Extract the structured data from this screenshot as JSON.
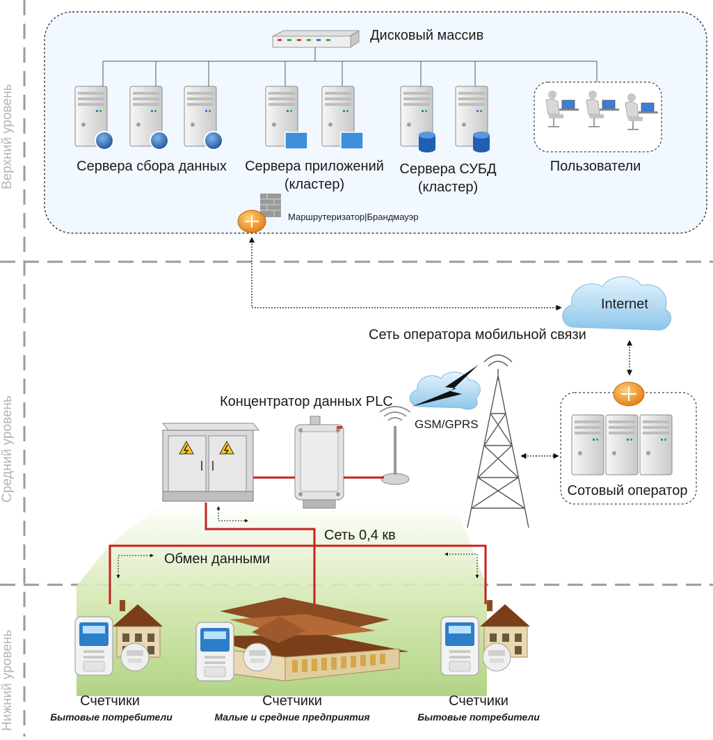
{
  "levels": {
    "top": "Верхний уровень",
    "middle": "Средний уровень",
    "bottom": "Нижний уровень"
  },
  "top": {
    "disk_array": "Дисковый массив",
    "collect_servers": "Сервера сбора данных",
    "app_servers_1": "Сервера приложений",
    "app_servers_2": "(кластер)",
    "db_servers_1": "Сервера СУБД",
    "db_servers_2": "(кластер)",
    "users": "Пользователи",
    "router": "Маршрутеризатор|Брандмауэр"
  },
  "middle": {
    "internet": "Internet",
    "mobile_net": "Сеть оператора мобильной связи",
    "gsm": "GSM/GPRS",
    "concentrator": "Концентратор данных PLC",
    "cell_operator": "Сотовый оператор",
    "net_04": "Сеть 0,4 кв",
    "exchange": "Обмен данными"
  },
  "bottom": {
    "meters_1": "Счетчики",
    "meters_1_sub": "Бытовые потребители",
    "meters_2": "Счетчики",
    "meters_2_sub": "Малые и средние предприятия",
    "meters_3": "Счетчики",
    "meters_3_sub": "Бытовые потребители"
  },
  "colors": {
    "dash": "#999999",
    "power_line": "#c8201e",
    "cloud": "#9fd0ee",
    "router": "#f39a1e",
    "field": "#b8d98a"
  }
}
